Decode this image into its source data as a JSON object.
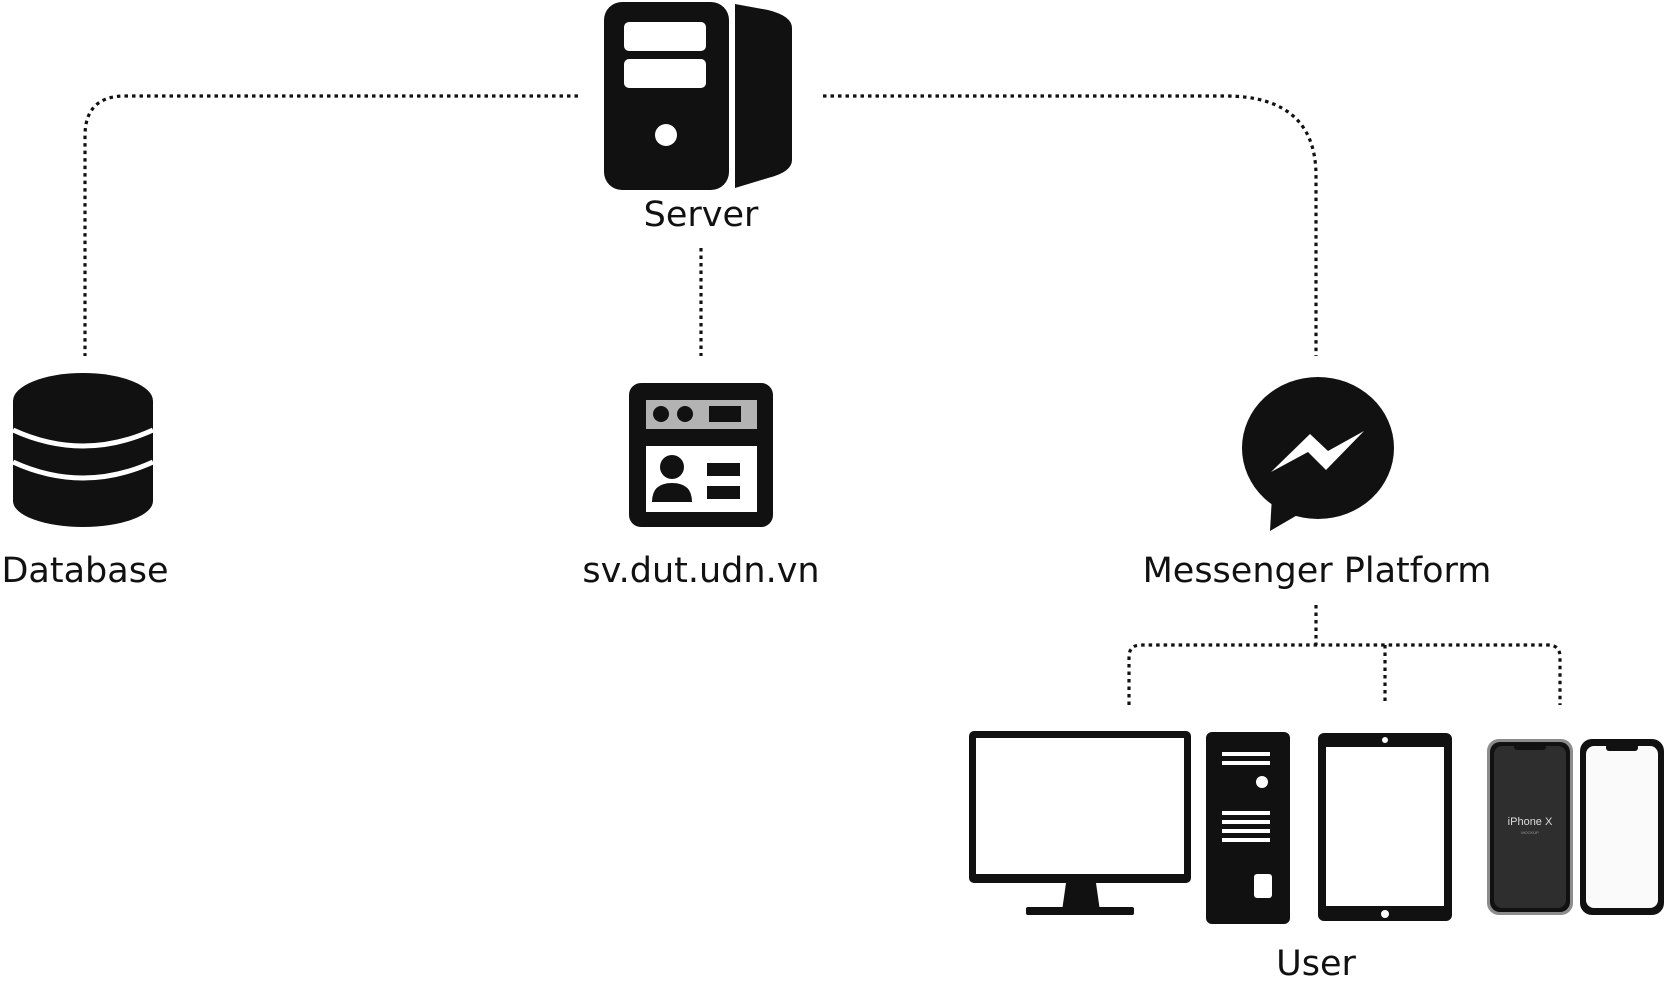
{
  "nodes": {
    "server": {
      "label": "Server",
      "icon": "server-tower-icon"
    },
    "database": {
      "label": "Database",
      "icon": "database-icon"
    },
    "website": {
      "label": "sv.dut.udn.vn",
      "icon": "web-page-icon"
    },
    "messenger": {
      "label": "Messenger Platform",
      "icon": "messenger-icon"
    },
    "user": {
      "label": "User",
      "devices": [
        {
          "name": "desktop-monitor",
          "icon": "monitor-icon"
        },
        {
          "name": "desktop-tower",
          "icon": "pc-tower-icon"
        },
        {
          "name": "tablet",
          "icon": "tablet-icon"
        },
        {
          "name": "phone-dark",
          "icon": "phone-icon"
        },
        {
          "name": "phone-light",
          "icon": "phone-icon"
        }
      ],
      "phone_screen_text": "iPhone X",
      "phone_screen_subtext": "MOCKUP"
    }
  },
  "edges": [
    {
      "from": "server",
      "to": "database"
    },
    {
      "from": "server",
      "to": "website"
    },
    {
      "from": "server",
      "to": "messenger"
    },
    {
      "from": "messenger",
      "to": "user"
    }
  ],
  "colors": {
    "ink": "#111111",
    "background": "#ffffff",
    "panel_grey": "#b3b3b3",
    "phone_screen": "#2e2e2e"
  }
}
